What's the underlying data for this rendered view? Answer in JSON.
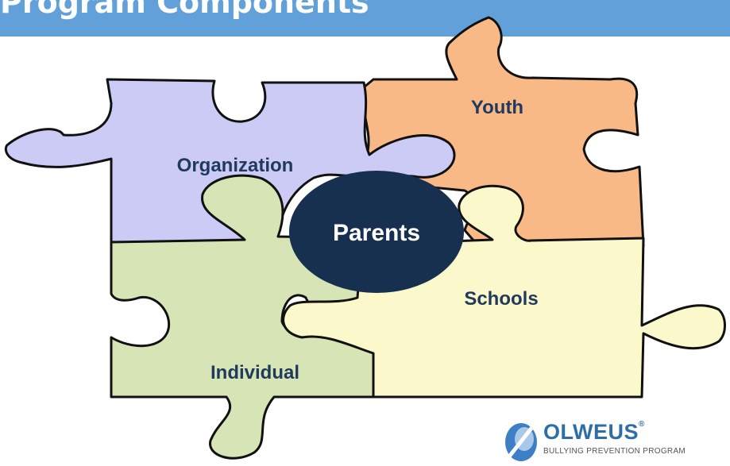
{
  "title": "Program Components",
  "diagram": {
    "pieces": [
      {
        "id": "organization",
        "label": "Organization",
        "color": "#cccbf5"
      },
      {
        "id": "youth",
        "label": "Youth",
        "color": "#f8b987"
      },
      {
        "id": "individual",
        "label": "Individual",
        "color": "#d7e4b5"
      },
      {
        "id": "schools",
        "label": "Schools",
        "color": "#fbf8cc"
      }
    ],
    "center": {
      "label": "Parents",
      "color": "#17304f"
    }
  },
  "logo": {
    "name": "OLWEUS",
    "registered": "®",
    "tagline": "BULLYING PREVENTION PROGRAM"
  }
}
